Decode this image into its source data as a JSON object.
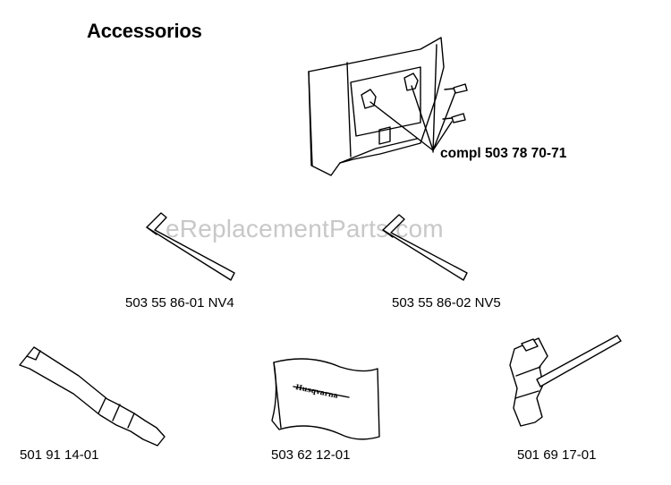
{
  "title": "Accessorios",
  "watermark": "eReplacementParts.com",
  "parts": {
    "guard_plate": {
      "label": "compl 503 78 70-71"
    },
    "hex_key_nv4": {
      "label": "503 55 86-01 NV4"
    },
    "hex_key_nv5": {
      "label": "503 55 86-02 NV5"
    },
    "file_handle": {
      "label": "501 91 14-01"
    },
    "guide_case": {
      "label": "503 62 12-01",
      "brand_mark": "Husqvarna"
    },
    "combi_wrench": {
      "label": "501 69 17-01"
    }
  }
}
